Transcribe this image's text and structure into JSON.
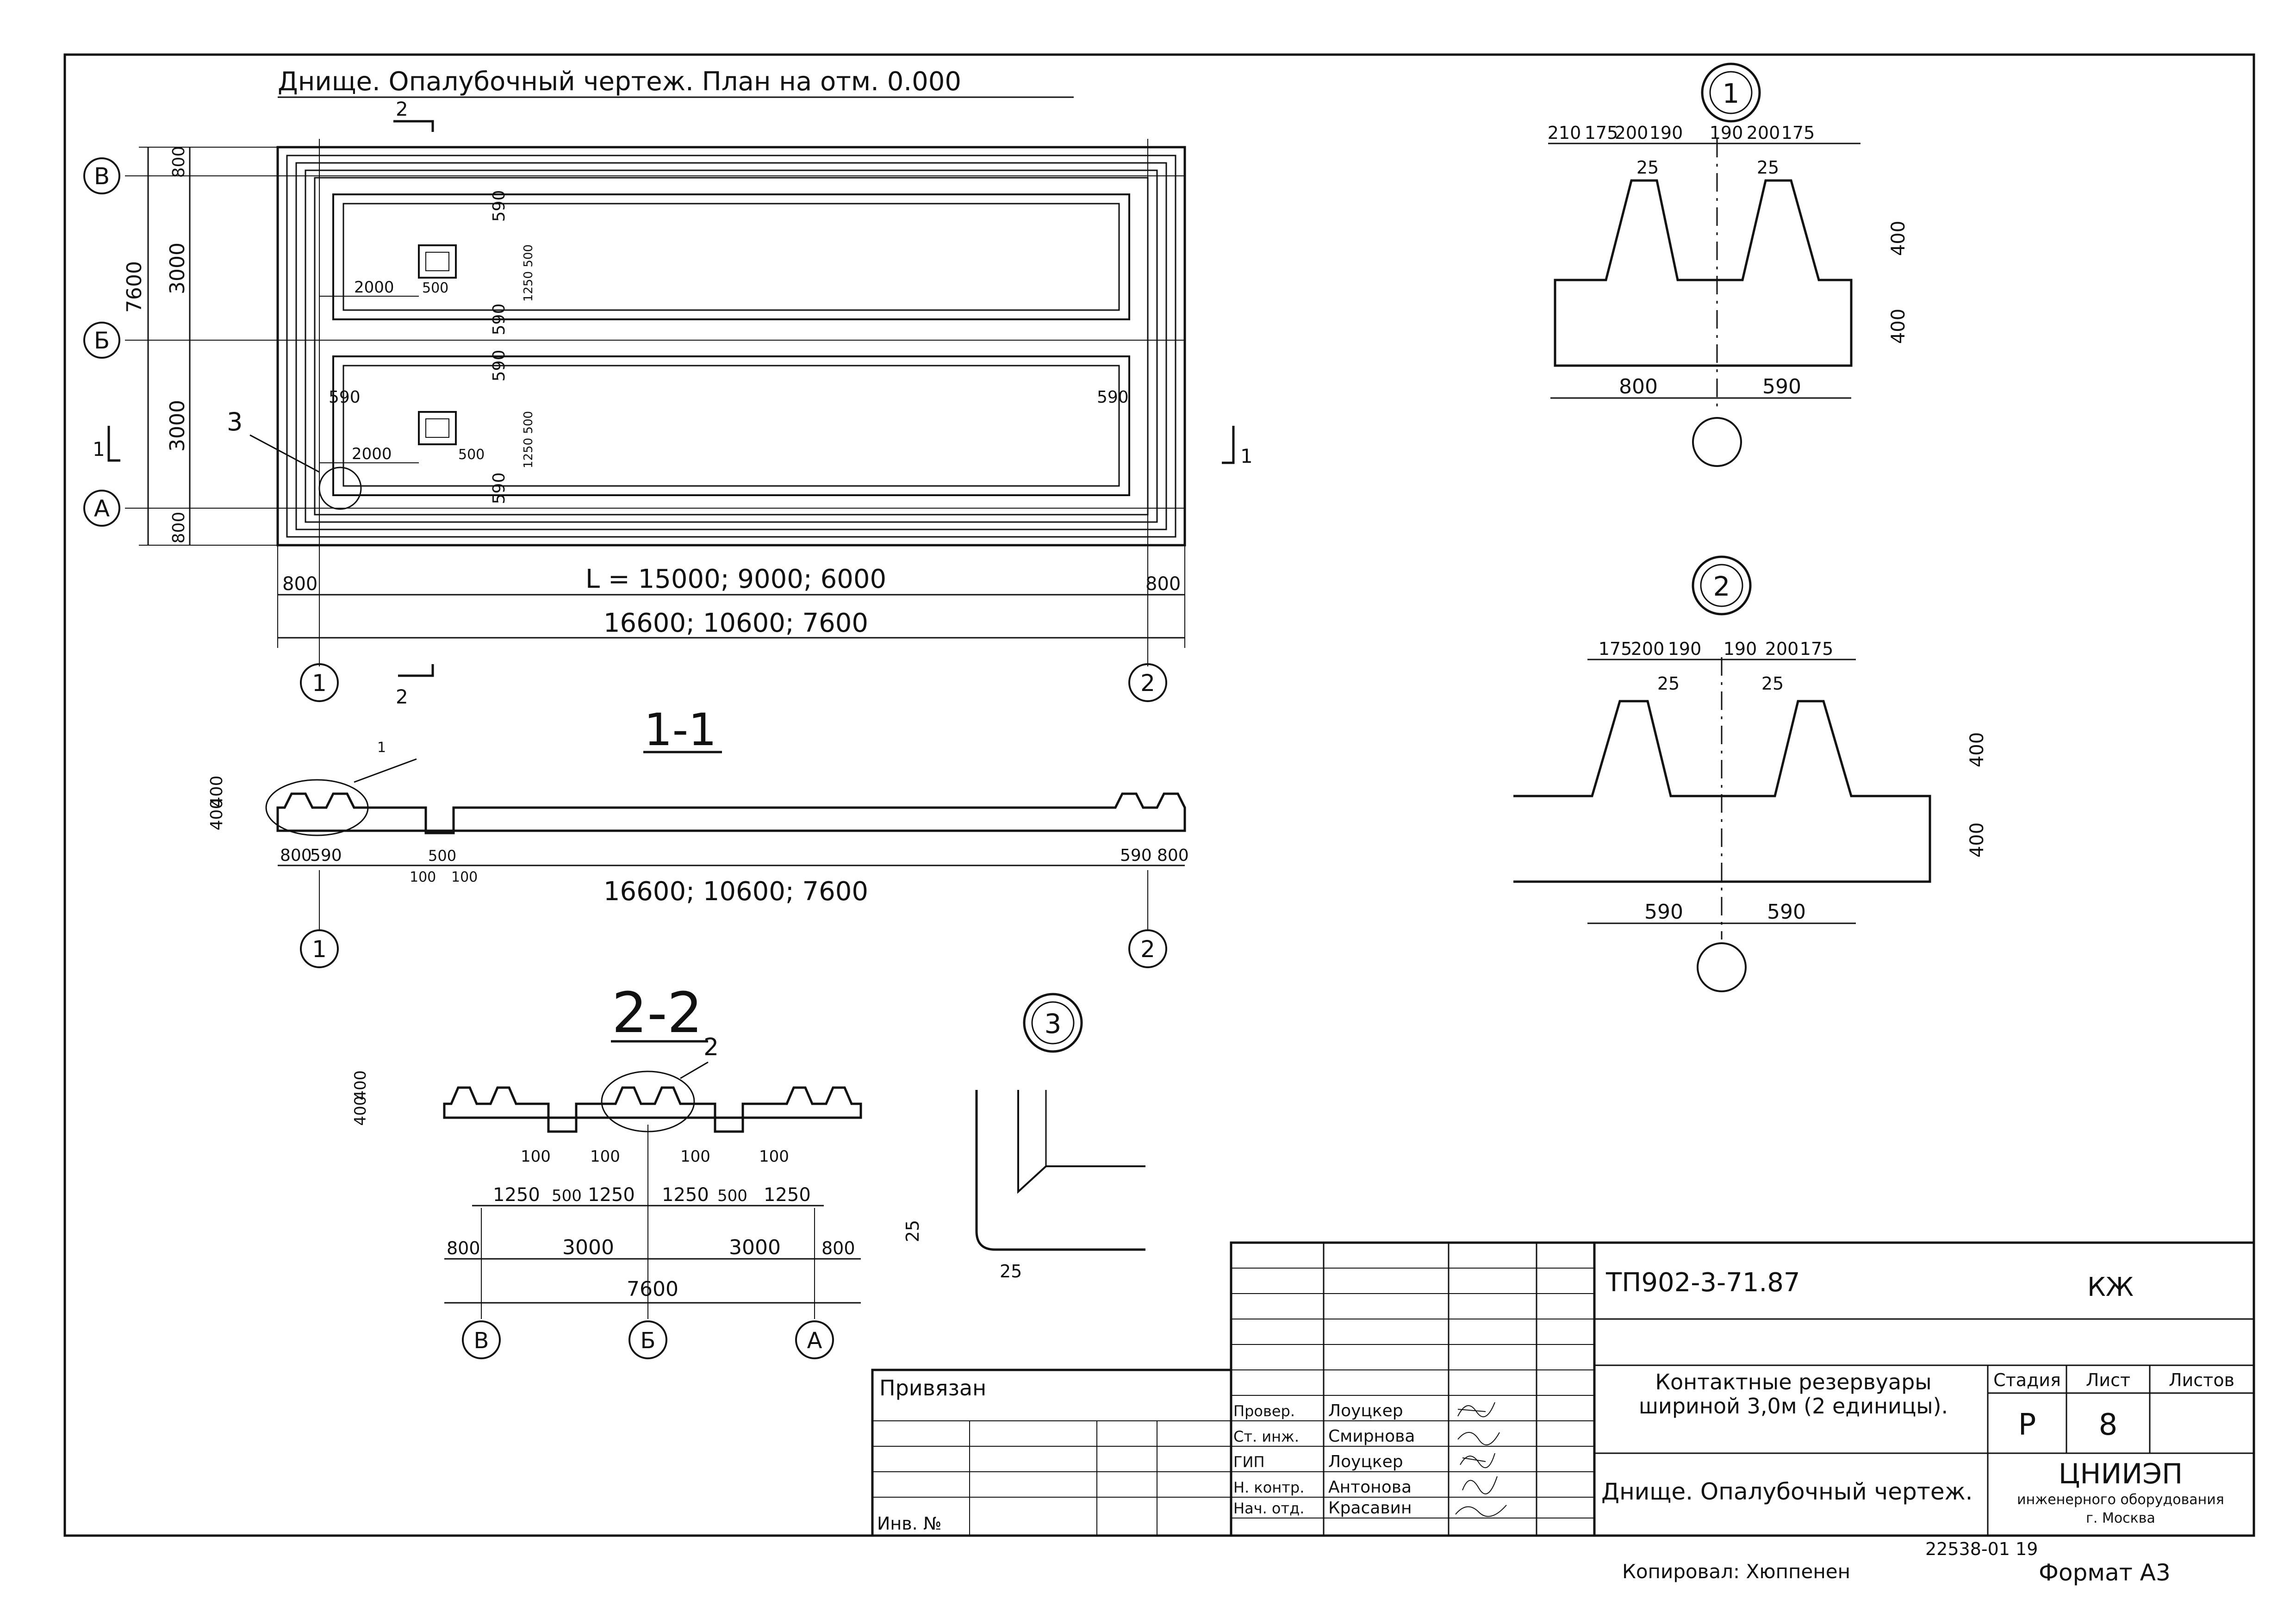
{
  "plan": {
    "title": "Днище. Опалубочный чертеж. План на отм. 0.000",
    "length_label": "L = 15000;  9000;  6000",
    "total_label": "16600;  10600;  7600",
    "dims": {
      "d800": "800",
      "d3000": "3000",
      "d7600": "7600",
      "d590": "590",
      "d2000": "2000",
      "d500": "500",
      "d1250": "1250 500"
    },
    "axes": {
      "v": "В",
      "b": "Б",
      "a": "А",
      "n1": "1",
      "n2": "2"
    },
    "cut_marks": {
      "c1": "1",
      "c2": "2"
    },
    "callout_3": "3"
  },
  "section_1_1": {
    "title": "1-1",
    "total_label": "16600;  10600;  7600",
    "dims": {
      "d400a": "400",
      "d400b": "400",
      "d800": "800",
      "d590": "590",
      "d500": "500",
      "d100a": "100",
      "d100b": "100"
    },
    "callout": "1"
  },
  "section_2_2": {
    "title": "2-2",
    "callout": "2",
    "dims": {
      "d100": "100",
      "d1250": "1250",
      "d500": "500",
      "d800": "800",
      "d3000": "3000",
      "d7600": "7600",
      "d400a": "400",
      "d400b": "400"
    },
    "axes": {
      "v": "В",
      "b": "Б",
      "a": "А"
    }
  },
  "detail_1": {
    "label": "1",
    "top_dims": [
      "210",
      "175",
      "200",
      "190",
      "190",
      "200",
      "175"
    ],
    "d25": "25",
    "d400": "400",
    "bottom_dims": [
      "800",
      "590"
    ]
  },
  "detail_2": {
    "label": "2",
    "top_dims": [
      "175",
      "200",
      "190",
      "190",
      "200",
      "175"
    ],
    "d25": "25",
    "d400": "400",
    "bottom_dims": [
      "590",
      "590"
    ]
  },
  "detail_3": {
    "label": "3",
    "d25": "25"
  },
  "title_block": {
    "code": "ТП902-3-71.87",
    "mark": "КЖ",
    "privyazan": "Привязан",
    "inv_no": "Инв. №",
    "roles": [
      "Провер.",
      "Ст. инж.",
      "ГИП",
      "Н. контр.",
      "Нач. отд."
    ],
    "names": [
      "Лоуцкер",
      "Смирнова",
      "Лоуцкер",
      "Антонова",
      "Красавин"
    ],
    "project": "Контактные резервуары шириной 3,0м (2 единицы).",
    "sheet_title": "Днище. Опалубочный чертеж.",
    "stage_label": "Стадия",
    "sheet_label": "Лист",
    "sheets_label": "Листов",
    "stage": "Р",
    "sheet": "8",
    "org": "ЦНИИЭП",
    "org_sub": "инженерного оборудования",
    "org_city": "г. Москва"
  },
  "footer": {
    "copied": "Копировал: Хюппенен",
    "number": "22538-01 19",
    "format": "Формат А3"
  }
}
